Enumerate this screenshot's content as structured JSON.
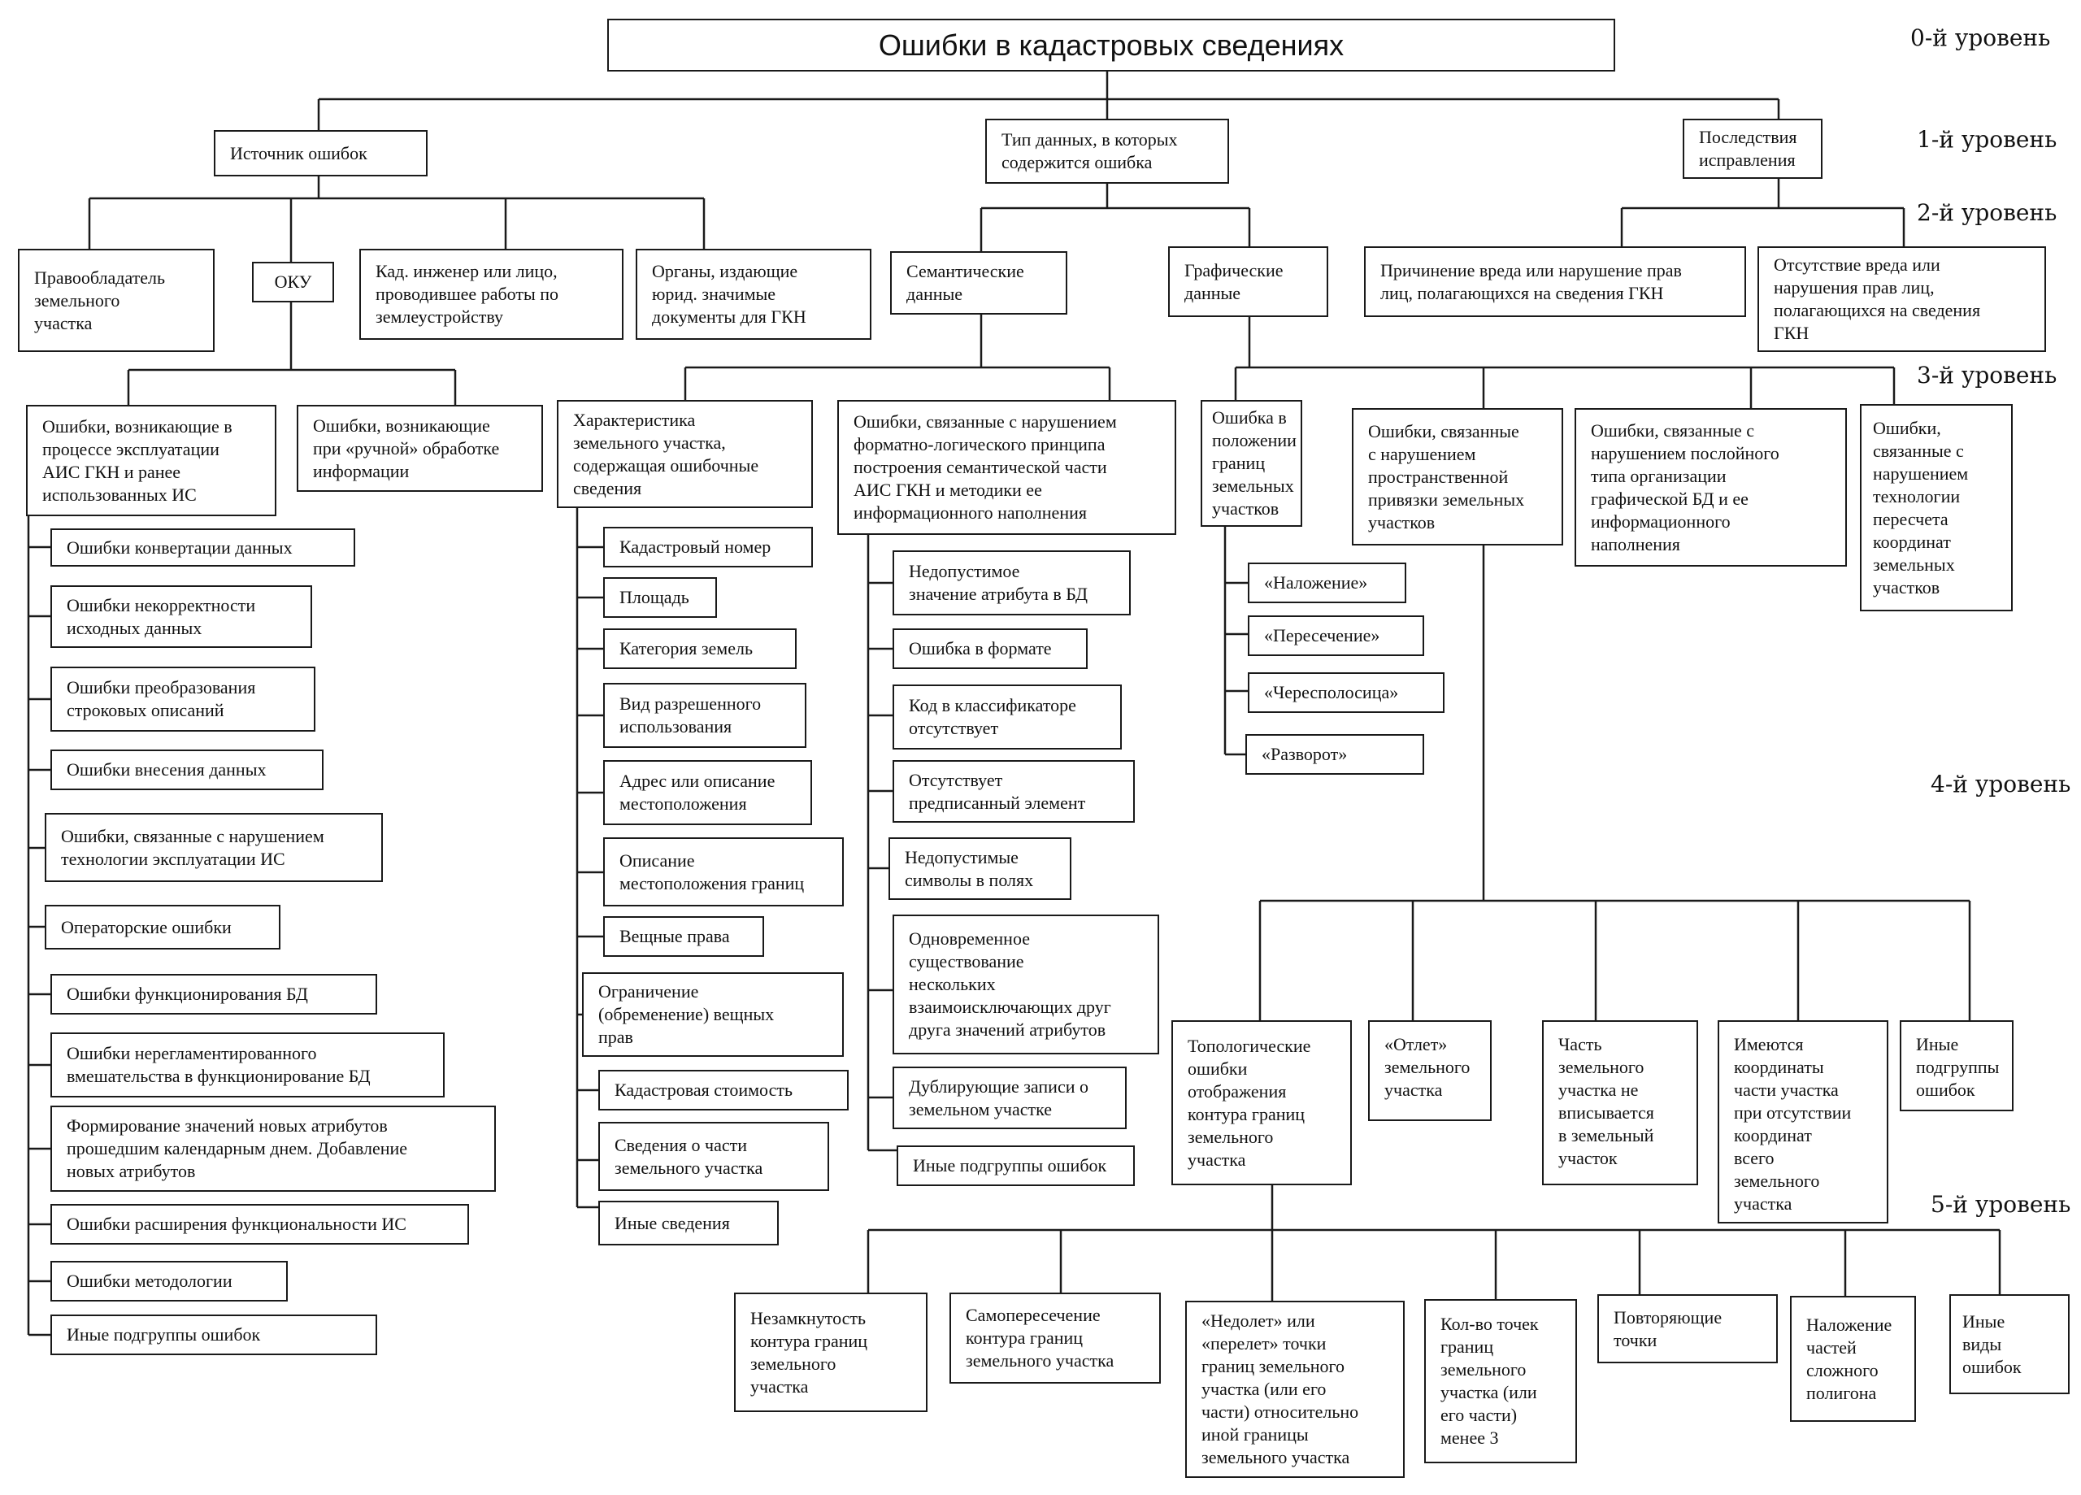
{
  "levels": {
    "l0": "0-й уровень",
    "l1": "1-й уровень",
    "l2": "2-й уровень",
    "l3": "3-й уровень",
    "l4": "4-й уровень",
    "l5": "5-й уровень"
  },
  "nodes": {
    "root": "Ошибки в кадастровых сведениях",
    "source": "Источник ошибок",
    "data_type": "Тип данных, в которых\nсодержится ошибка",
    "consequences": "Последствия\nисправления",
    "owner": "Правообладатель\nземельного\nучастка",
    "oku": "ОКУ",
    "engineer": "Кад. инженер или лицо,\nпроводившее работы по\nземлеустройству",
    "bodies": "Органы, издающие\nюрид. значимые\nдокументы для ГКН",
    "semantic": "Семантические\nданные",
    "graphic": "Графические\nданные",
    "harm": "Причинение вреда или нарушение прав\nлиц, полагающихся на сведения ГКН",
    "no_harm": "Отсутствие вреда или\nнарушения прав лиц,\nполагающихся на сведения\nГКН",
    "ais_errors": "Ошибки, возникающие в\nпроцессе эксплуатации\nАИС ГКН и ранее\nиспользованных ИС",
    "manual_errors": "Ошибки, возникающие\nпри «ручной» обработке\nинформации",
    "parcel_char": "Характеристика\nземельного участка,\nсодержащая ошибочные\nсведения",
    "format_logic": "Ошибки, связанные с нарушением\nформатно-логического принципа\nпостроения семантической части\nАИС ГКН и методики ее\nинформационного наполнения",
    "boundary_pos": "Ошибка в\nположении\nграниц\nземельных\nучастков",
    "spatial_ref": "Ошибки, связанные\nс нарушением\nпространственной\nпривязки земельных\nучастков",
    "layer_org": "Ошибки, связанные с\nнарушением послойного\nтипа организации\nграфической БД и ее\nинформационного\nнаполнения",
    "recalc_tech": "Ошибки,\nсвязанные с\nнарушением\nтехнологии\nпересчета\nкоординат\nземельных\nучастков",
    "a1": "Ошибки конвертации данных",
    "a2": "Ошибки некорректности\nисходных данных",
    "a3": "Ошибки преобразования\nстроковых описаний",
    "a4": "Ошибки внесения данных",
    "a5": "Ошибки, связанные с нарушением\nтехнологии эксплуатации ИС",
    "a6": "Операторские ошибки",
    "a7": "Ошибки функционирования БД",
    "a8": "Ошибки нерегламентированного\nвмешательства в функционирование БД",
    "a9": "Формирование значений новых атрибутов\nпрошедшим календарным днем. Добавление\nновых атрибутов",
    "a10": "Ошибки расширения функциональности ИС",
    "a11": "Ошибки методологии",
    "a12": "Иные подгруппы ошибок",
    "p1": "Кадастровый номер",
    "p2": "Площадь",
    "p3": "Категория земель",
    "p4": "Вид разрешенного\nиспользования",
    "p5": "Адрес или описание\nместоположения",
    "p6": "Описание\nместоположения границ",
    "p7": "Вещные права",
    "p8": "Ограничение\n(обременение) вещных\nправ",
    "p9": "Кадастровая стоимость",
    "p10": "Сведения о части\nземельного участка",
    "p11": "Иные сведения",
    "f1": "Недопустимое\nзначение атрибута в БД",
    "f2": "Ошибка в формате",
    "f3": "Код в классификаторе\nотсутствует",
    "f4": "Отсутствует\nпредписанный элемент",
    "f5": "Недопустимые\nсимволы в полях",
    "f6": "Одновременное\nсуществование\nнескольких\nвзаимоисключающих друг\nдруга значений атрибутов",
    "f7": "Дублирующие записи о\nземельном участке",
    "f8": "Иные подгруппы ошибок",
    "g1": "«Наложение»",
    "g2": "«Пересечение»",
    "g3": "«Чересполосица»",
    "g4": "«Разворот»",
    "s1": "Топологические\nошибки\nотображения\nконтура границ\nземельного\nучастка",
    "s2": "«Отлет»\nземельного\nучастка",
    "s3": "Часть\nземельного\nучастка не\nвписывается\nв земельный\nучасток",
    "s4": "Имеются\nкоординаты\nчасти участка\nпри отсутствии\nкоординат\nвсего\nземельного\nучастка",
    "s5": "Иные\nподгруппы\nошибок",
    "t1": "Незамкнутость\nконтура границ\nземельного\nучастка",
    "t2": "Самопересечение\nконтура границ\nземельного участка",
    "t3": "«Недолет» или\n«перелет» точки\nграниц земельного\nучастка (или его\nчасти) относительно\nиной границы\nземельного участка",
    "t4": "Кол-во точек\nграниц\nземельного\nучастка (или\nего части)\nменее 3",
    "t5": "Повторяющие\nточки",
    "t6": "Наложение\nчастей\nсложного\nполигона",
    "t7": "Иные\nвиды\nошибок"
  }
}
